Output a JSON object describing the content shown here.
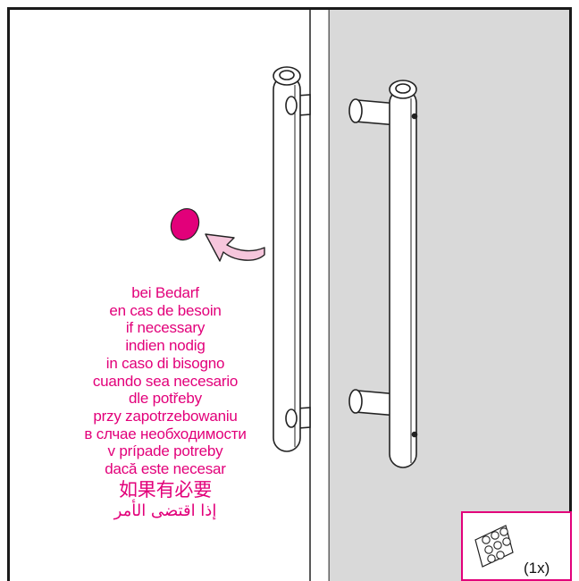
{
  "labels": [
    "bei Bedarf",
    "en cas de besoin",
    "if necessary",
    "indien nodig",
    "in caso di bisogno",
    "cuando sea necesario",
    "dle potřeby",
    "przy zapotrzebowaniu",
    "в слчае необходимости",
    "v prípade potreby",
    "dacă este necesar"
  ],
  "label_chinese": "如果有必要",
  "label_arabic": "إذا اقتضى الأمر",
  "parts": {
    "quantity": "(1x)"
  },
  "colors": {
    "accent": "#e2007a",
    "arrow_fill": "#f6c6dc",
    "door_gray": "#d9d9d9"
  },
  "icons": [
    "rubber-bumper-sheet-icon",
    "curved-arrow-icon",
    "rubber-bumper-dot-icon"
  ]
}
